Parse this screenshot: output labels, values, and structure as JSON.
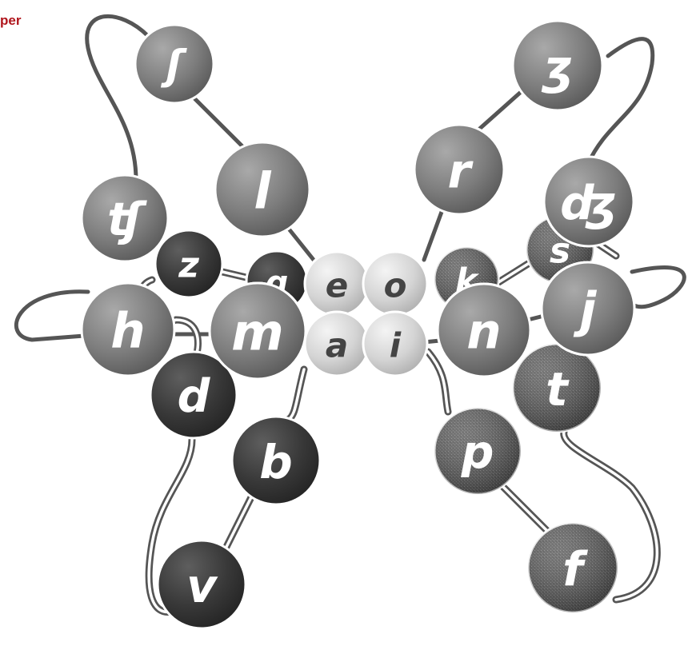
{
  "corner_label": "per",
  "colors": {
    "background": "#ffffff",
    "accent_text": "#b0151c",
    "medium_ball": "#7d7d7d",
    "dark_ball": "#3b3b3b",
    "textured_ball": "#555555",
    "vowel_ball": "#d6d6d6",
    "line": "#555555"
  },
  "diagram": {
    "vowels": [
      {
        "id": "e",
        "label": "e"
      },
      {
        "id": "o",
        "label": "o"
      },
      {
        "id": "a",
        "label": "a"
      },
      {
        "id": "i",
        "label": "i"
      }
    ],
    "consonants": [
      {
        "id": "sh",
        "label": "ʃ",
        "style": "medium"
      },
      {
        "id": "l",
        "label": "l",
        "style": "medium"
      },
      {
        "id": "ch",
        "label": "ʧ",
        "style": "medium"
      },
      {
        "id": "h",
        "label": "h",
        "style": "medium"
      },
      {
        "id": "m",
        "label": "m",
        "style": "medium"
      },
      {
        "id": "z",
        "label": "z",
        "style": "dark"
      },
      {
        "id": "g",
        "label": "g",
        "style": "dark"
      },
      {
        "id": "d",
        "label": "d",
        "style": "dark"
      },
      {
        "id": "b",
        "label": "b",
        "style": "dark"
      },
      {
        "id": "v",
        "label": "v",
        "style": "dark"
      },
      {
        "id": "zh",
        "label": "ʒ",
        "style": "medium"
      },
      {
        "id": "r",
        "label": "r",
        "style": "medium"
      },
      {
        "id": "dzh",
        "label": "ʤ",
        "style": "medium"
      },
      {
        "id": "n",
        "label": "n",
        "style": "medium"
      },
      {
        "id": "j",
        "label": "j",
        "style": "medium"
      },
      {
        "id": "k",
        "label": "k",
        "style": "textured"
      },
      {
        "id": "s",
        "label": "s",
        "style": "textured"
      },
      {
        "id": "t",
        "label": "t",
        "style": "textured"
      },
      {
        "id": "p",
        "label": "p",
        "style": "textured"
      },
      {
        "id": "f",
        "label": "f",
        "style": "textured"
      }
    ]
  }
}
